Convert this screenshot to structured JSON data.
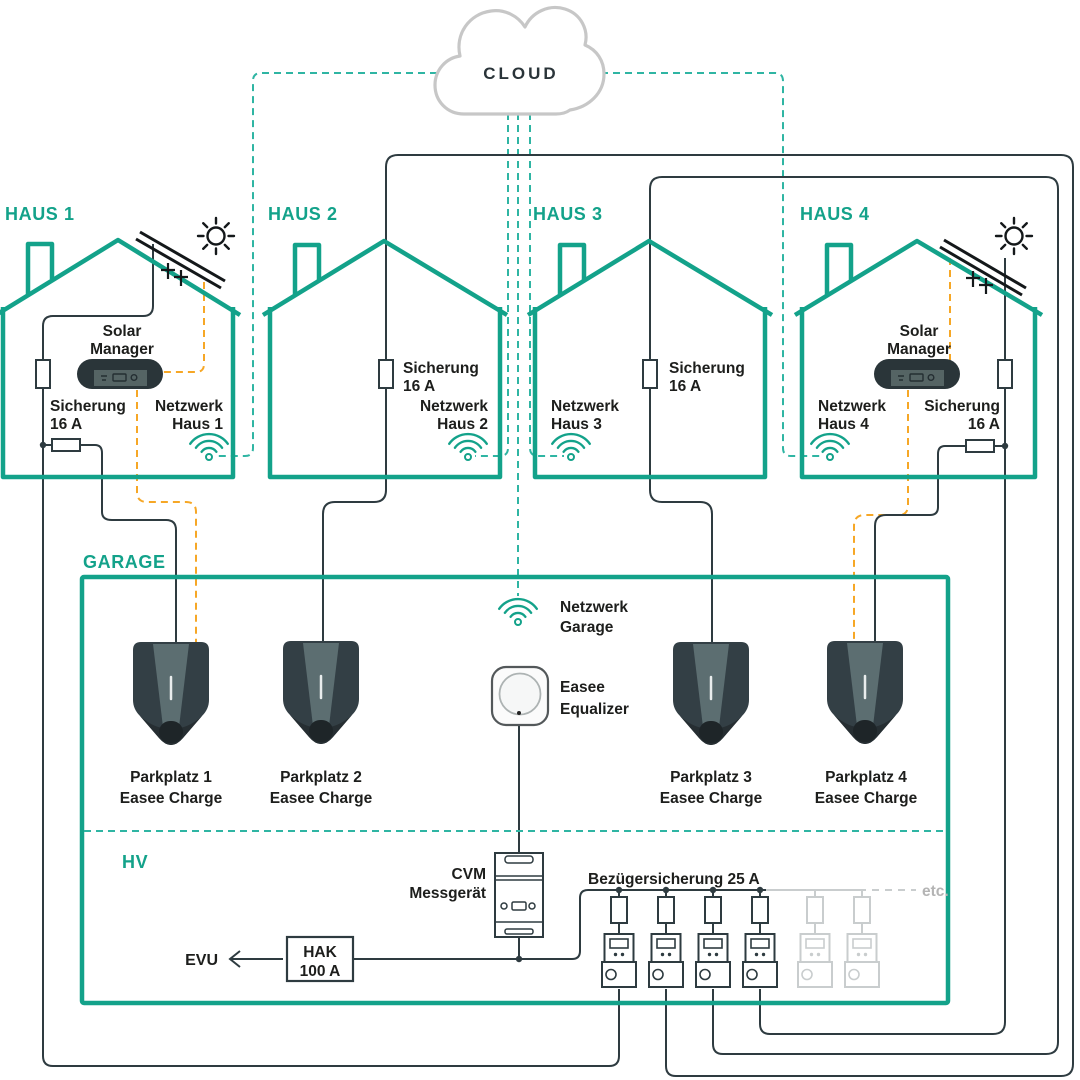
{
  "colors": {
    "teal": "#13A28A",
    "network_dash_teal": "#2FB5A3",
    "solar_dash_orange": "#F6A726",
    "wire_black": "#2E3B40",
    "cloud_gray": "#C7C7C7",
    "faded_gray": "#C9CDCE",
    "text_black": "#1D1E1C",
    "etc_gray": "#B4B4B4"
  },
  "cloud": {
    "label": "CLOUD"
  },
  "houses": [
    {
      "name": "HAUS 1",
      "solar_manager_label": [
        "Solar",
        "Manager"
      ],
      "fuse_label": [
        "Sicherung",
        "16 A"
      ],
      "network_label": [
        "Netzwerk",
        "Haus 1"
      ]
    },
    {
      "name": "HAUS 2",
      "fuse_label": [
        "Sicherung",
        "16 A"
      ],
      "network_label": [
        "Netzwerk",
        "Haus 2"
      ]
    },
    {
      "name": "HAUS 3",
      "fuse_label": [
        "Sicherung",
        "16 A"
      ],
      "network_label": [
        "Netzwerk",
        "Haus 3"
      ]
    },
    {
      "name": "HAUS 4",
      "solar_manager_label": [
        "Solar",
        "Manager"
      ],
      "fuse_label": [
        "Sicherung",
        "16 A"
      ],
      "network_label": [
        "Netzwerk",
        "Haus 4"
      ]
    }
  ],
  "garage": {
    "label": "GARAGE",
    "network_label": [
      "Netzwerk",
      "Garage"
    ],
    "equalizer_label": [
      "Easee",
      "Equalizer"
    ],
    "chargers": [
      {
        "label": [
          "Parkplatz 1",
          "Easee Charge"
        ]
      },
      {
        "label": [
          "Parkplatz 2",
          "Easee Charge"
        ]
      },
      {
        "label": [
          "Parkplatz 3",
          "Easee Charge"
        ]
      },
      {
        "label": [
          "Parkplatz 4",
          "Easee Charge"
        ]
      }
    ]
  },
  "hv": {
    "label": "HV",
    "cvm_label": [
      "CVM",
      "Messgerät"
    ],
    "evu_label": "EVU",
    "hak_label": [
      "HAK",
      "100 A"
    ],
    "supply_fuse_label": "Bezügersicherung 25 A",
    "etc_label": "etc."
  }
}
